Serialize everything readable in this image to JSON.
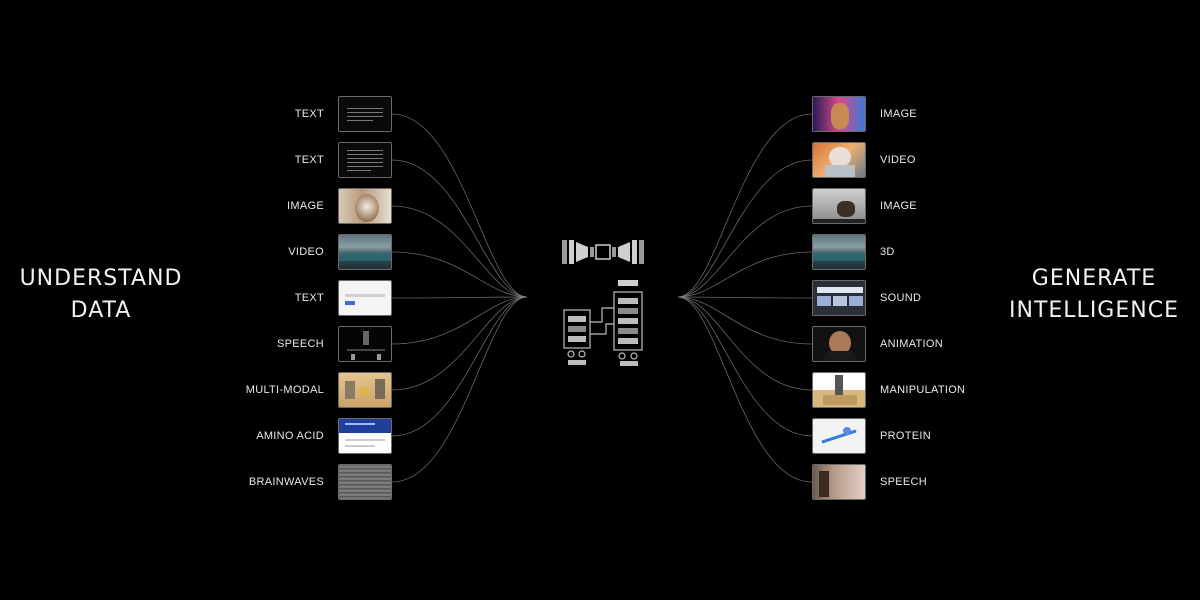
{
  "left_title": [
    "UNDERSTAND",
    "DATA"
  ],
  "right_title": [
    "GENERATE",
    "INTELLIGENCE"
  ],
  "inputs": [
    {
      "label": "TEXT",
      "thumb": "text-dark"
    },
    {
      "label": "TEXT",
      "thumb": "text-dark-long"
    },
    {
      "label": "IMAGE",
      "thumb": "cat"
    },
    {
      "label": "VIDEO",
      "thumb": "coast"
    },
    {
      "label": "TEXT",
      "thumb": "web-form"
    },
    {
      "label": "SPEECH",
      "thumb": "stage"
    },
    {
      "label": "MULTI-MODAL",
      "thumb": "robot-blocks"
    },
    {
      "label": "AMINO ACID",
      "thumb": "blue-web"
    },
    {
      "label": "BRAINWAVES",
      "thumb": "water"
    }
  ],
  "outputs": [
    {
      "label": "IMAGE",
      "thumb": "neon-cat"
    },
    {
      "label": "VIDEO",
      "thumb": "cat-astronaut"
    },
    {
      "label": "IMAGE",
      "thumb": "cat-room"
    },
    {
      "label": "3D",
      "thumb": "coast"
    },
    {
      "label": "SOUND",
      "thumb": "ui-panel"
    },
    {
      "label": "ANIMATION",
      "thumb": "portrait"
    },
    {
      "label": "MANIPULATION",
      "thumb": "robot-arm"
    },
    {
      "label": "PROTEIN",
      "thumb": "protein"
    },
    {
      "label": "SPEECH",
      "thumb": "person-room"
    }
  ],
  "colors": {
    "background": "#000000",
    "wire": "#8a8a8a",
    "text": "#e8e8e8"
  },
  "center_icons": [
    "autoencoder-icon",
    "transformer-icon"
  ]
}
